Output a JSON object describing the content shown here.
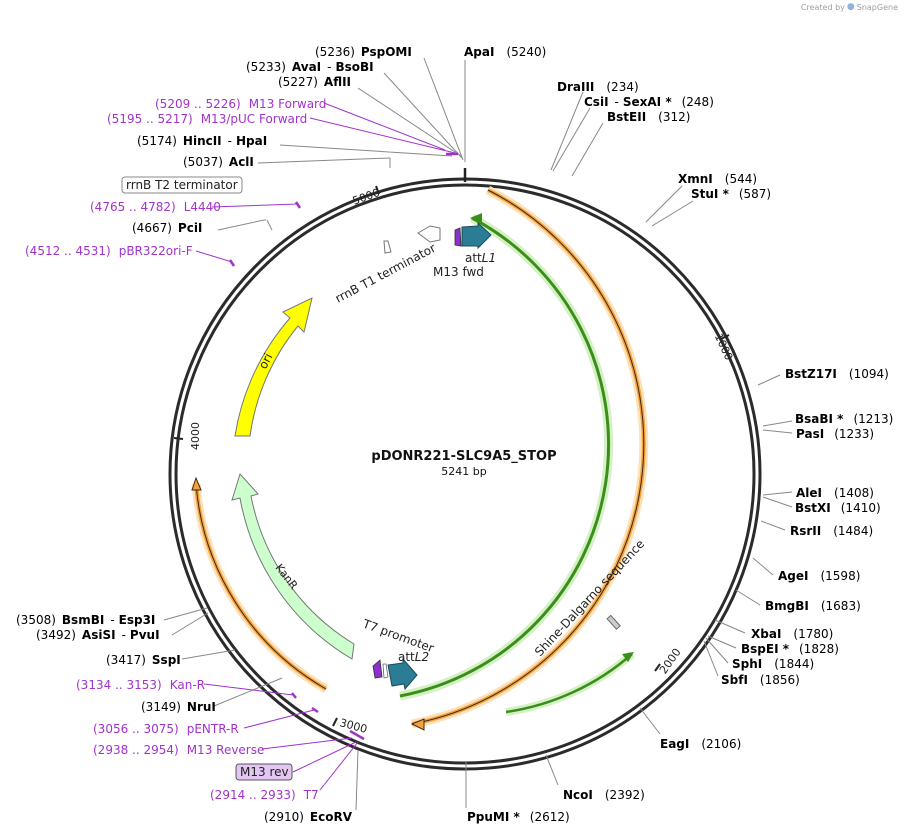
{
  "credit": {
    "prefix": "Created by",
    "brand": "SnapGene",
    "icon": "snapgene-logo-icon"
  },
  "plasmid": {
    "name": "pDONR221-SLC9A5_STOP",
    "length_label": "5241 bp",
    "length": 5241
  },
  "colors": {
    "enzyme_label": "#000000",
    "primer": "#a133cc",
    "orange_feature": "#f4a13c",
    "green_feature": "#3a8f1a",
    "ori": "#ffff00",
    "kanr": "#ccffcc",
    "att": "#2a7d95"
  },
  "ticks": [
    "1000",
    "2000",
    "3000",
    "4000",
    "5000"
  ],
  "enzymes": [
    {
      "name": "PspOMI",
      "pos": "(5236)"
    },
    {
      "name": "AvaI",
      "name2": "BsoBI",
      "pos": "(5233)"
    },
    {
      "name": "AflII",
      "pos": "(5227)"
    },
    {
      "name": "HincII",
      "name2": "HpaI",
      "pos": "(5174)"
    },
    {
      "name": "AclI",
      "pos": "(5037)"
    },
    {
      "name": "PciI",
      "pos": "(4667)"
    },
    {
      "name": "ApaI",
      "pos": "(5240)"
    },
    {
      "name": "DraIII",
      "pos": "(234)"
    },
    {
      "name": "CsiI",
      "name2": "SexAI *",
      "pos": "(248)"
    },
    {
      "name": "BstEII",
      "pos": "(312)"
    },
    {
      "name": "XmnI",
      "pos": "(544)"
    },
    {
      "name": "StuI *",
      "pos": "(587)"
    },
    {
      "name": "BstZ17I",
      "pos": "(1094)"
    },
    {
      "name": "BsaBI *",
      "pos": "(1213)"
    },
    {
      "name": "PasI",
      "pos": "(1233)"
    },
    {
      "name": "AleI",
      "pos": "(1408)"
    },
    {
      "name": "BstXI",
      "pos": "(1410)"
    },
    {
      "name": "RsrII",
      "pos": "(1484)"
    },
    {
      "name": "AgeI",
      "pos": "(1598)"
    },
    {
      "name": "BmgBI",
      "pos": "(1683)"
    },
    {
      "name": "XbaI",
      "pos": "(1780)"
    },
    {
      "name": "BspEI *",
      "pos": "(1828)"
    },
    {
      "name": "SphI",
      "pos": "(1844)"
    },
    {
      "name": "SbfI",
      "pos": "(1856)"
    },
    {
      "name": "EagI",
      "pos": "(2106)"
    },
    {
      "name": "NcoI",
      "pos": "(2392)"
    },
    {
      "name": "PpuMI *",
      "pos": "(2612)"
    },
    {
      "name": "EcoRV",
      "pos": "(2910)"
    },
    {
      "name": "BsmBI",
      "name2": "Esp3I",
      "pos": "(3508)"
    },
    {
      "name": "AsiSI",
      "name2": "PvuI",
      "pos": "(3492)"
    },
    {
      "name": "SspI",
      "pos": "(3417)"
    },
    {
      "name": "NruI",
      "pos": "(3149)"
    }
  ],
  "primers": [
    {
      "range": "(5209 .. 5226)",
      "name": "M13 Forward"
    },
    {
      "range": "(5195 .. 5217)",
      "name": "M13/pUC Forward"
    },
    {
      "range": "(4765 .. 4782)",
      "name": "L4440"
    },
    {
      "range": "(4512 .. 4531)",
      "name": "pBR322ori-F"
    },
    {
      "range": "(3134 .. 3153)",
      "name": "Kan-R"
    },
    {
      "range": "(3056 .. 3075)",
      "name": "pENTR-R"
    },
    {
      "range": "(2938 .. 2954)",
      "name": "M13 Reverse"
    },
    {
      "range": "(2914 .. 2933)",
      "name": "T7"
    }
  ],
  "boxed_features": [
    {
      "name": "rrnB T2 terminator"
    },
    {
      "name": "M13 rev"
    }
  ],
  "features": [
    {
      "name": "ori"
    },
    {
      "name": "KanR"
    },
    {
      "name": "rrnB T1 terminator"
    },
    {
      "name": "attL1",
      "main": "att",
      "suffix": "L1"
    },
    {
      "name": "M13 fwd"
    },
    {
      "name": "T7 promoter"
    },
    {
      "name": "attL2",
      "main": "att",
      "suffix": "L2"
    },
    {
      "name": "Shine-Dalgarno sequence"
    }
  ]
}
